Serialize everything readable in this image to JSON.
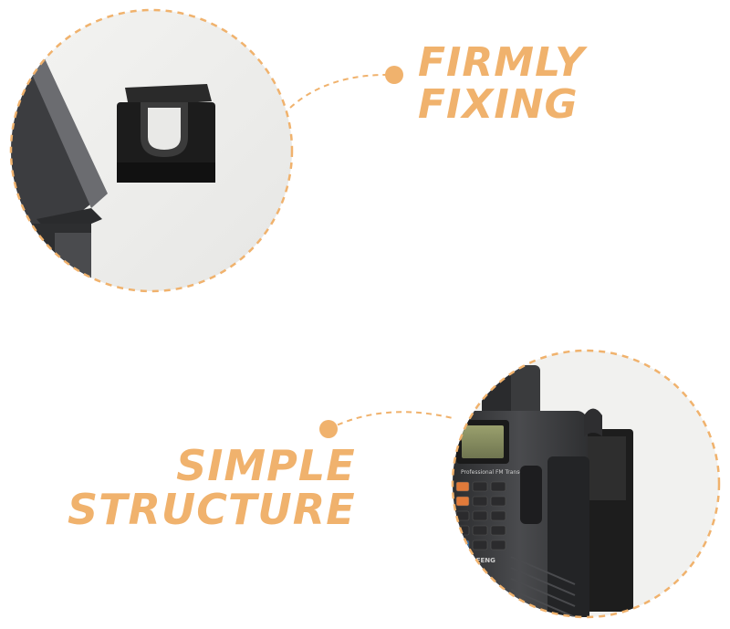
{
  "colors": {
    "accent": "#f0b26d",
    "accent_dark": "#e8a45c",
    "photo_bg": "#efefed",
    "device_dark": "#3a3b3d",
    "mount_black": "#1c1c1c"
  },
  "callouts": [
    {
      "line1": "FIRMLY",
      "line2": "FIXING"
    },
    {
      "line1": "SIMPLE",
      "line2": "STRUCTURE"
    }
  ],
  "radio_screen": {
    "brand_text": "Professional FM Transceiver",
    "model_text": "BAOFENG"
  },
  "icons": {
    "top_photo": "wall-mount-closeup",
    "bottom_photo": "radio-in-holder"
  }
}
